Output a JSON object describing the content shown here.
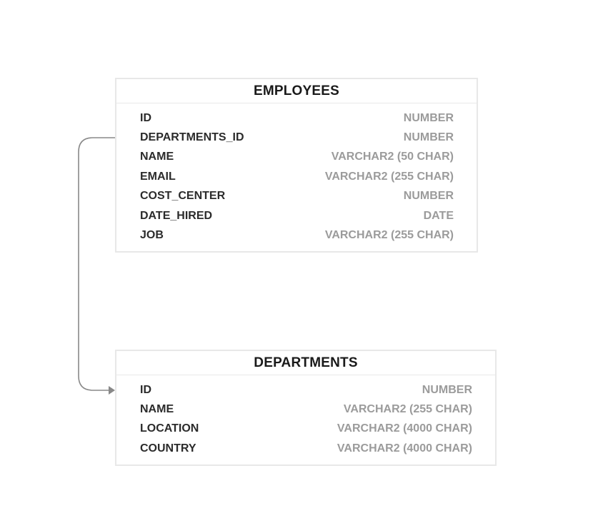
{
  "diagram": {
    "tables": [
      {
        "name": "EMPLOYEES",
        "columns": [
          {
            "name": "ID",
            "type": "NUMBER"
          },
          {
            "name": "DEPARTMENTS_ID",
            "type": "NUMBER"
          },
          {
            "name": "NAME",
            "type": "VARCHAR2 (50 CHAR)"
          },
          {
            "name": "EMAIL",
            "type": "VARCHAR2 (255 CHAR)"
          },
          {
            "name": "COST_CENTER",
            "type": "NUMBER"
          },
          {
            "name": "DATE_HIRED",
            "type": "DATE"
          },
          {
            "name": "JOB",
            "type": "VARCHAR2 (255 CHAR)"
          }
        ]
      },
      {
        "name": "DEPARTMENTS",
        "columns": [
          {
            "name": "ID",
            "type": "NUMBER"
          },
          {
            "name": "NAME",
            "type": "VARCHAR2 (255 CHAR)"
          },
          {
            "name": "LOCATION",
            "type": "VARCHAR2 (4000 CHAR)"
          },
          {
            "name": "COUNTRY",
            "type": "VARCHAR2 (4000 CHAR)"
          }
        ]
      }
    ],
    "relationships": [
      {
        "from_table": "EMPLOYEES",
        "from_column": "DEPARTMENTS_ID",
        "to_table": "DEPARTMENTS",
        "to_column": "ID"
      }
    ],
    "colors": {
      "border": "#e8e8e8",
      "title_text": "#1a1a1a",
      "column_name": "#2b2b2b",
      "column_type": "#9b9b9b",
      "connector": "#888888"
    }
  }
}
